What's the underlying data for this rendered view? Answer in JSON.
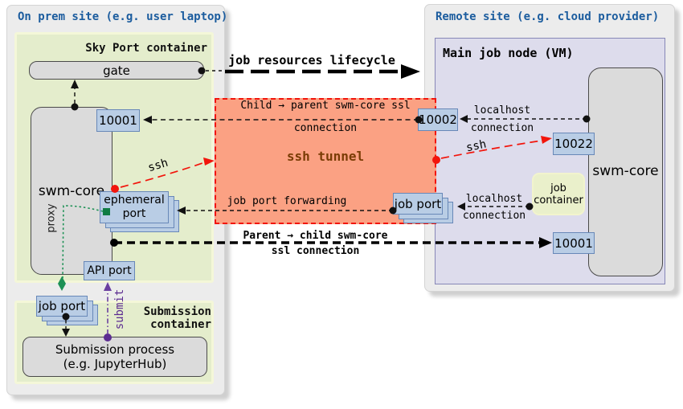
{
  "left_site": {
    "title": "On prem site (e.g. user laptop)",
    "sky_port": {
      "title": "Sky Port container",
      "gate_label": "gate",
      "swm_core_label": "swm-core",
      "port_10001": "10001",
      "ephemeral_port_lines": [
        "ephemeral",
        "port"
      ],
      "api_port_label": "API port",
      "proxy_label": "proxy"
    },
    "submission": {
      "title_lines": [
        "Submission",
        "container"
      ],
      "job_port_label": "job port",
      "process_lines": [
        "Submission process",
        "(e.g. JupyterHub)"
      ],
      "submit_label": "submit"
    }
  },
  "tunnel": {
    "title": "ssh tunnel",
    "child_parent_lines": [
      "Child → parent swm-core ssl",
      "connection"
    ],
    "job_port_forwarding": "job port forwarding",
    "ssh_left": "ssh",
    "ssh_right": "ssh"
  },
  "connections": {
    "job_resources_lifecycle": "job resources lifecycle",
    "parent_child_lines": [
      "Parent → child swm-core",
      "ssl connection"
    ],
    "localhost_top_lines": [
      "localhost",
      "connection"
    ],
    "localhost_bottom_lines": [
      "localhost",
      "connection"
    ]
  },
  "right_site": {
    "title": "Remote site (e.g. cloud provider)",
    "main_node": {
      "title": "Main job node (VM)",
      "swm_core_label": "swm-core",
      "port_10002": "10002",
      "port_10022": "10022",
      "port_10001": "10001",
      "job_port_label": "job port",
      "job_container_lines": [
        "job",
        "container"
      ]
    }
  },
  "colors": {
    "site_title_blue": "#1b5c9e",
    "tunnel_fill": "#fba183",
    "tunnel_border_red": "#f2150c",
    "tunnel_text_brown": "#7a3c05",
    "ssh_red": "#f2150c",
    "proxy_green": "#1d9155",
    "submit_purple": "#6a3fa0",
    "port_fill": "#b9cde5",
    "port_border": "#6888b8",
    "container_green": "#e4edcc",
    "node_lavender": "#dddcec"
  }
}
